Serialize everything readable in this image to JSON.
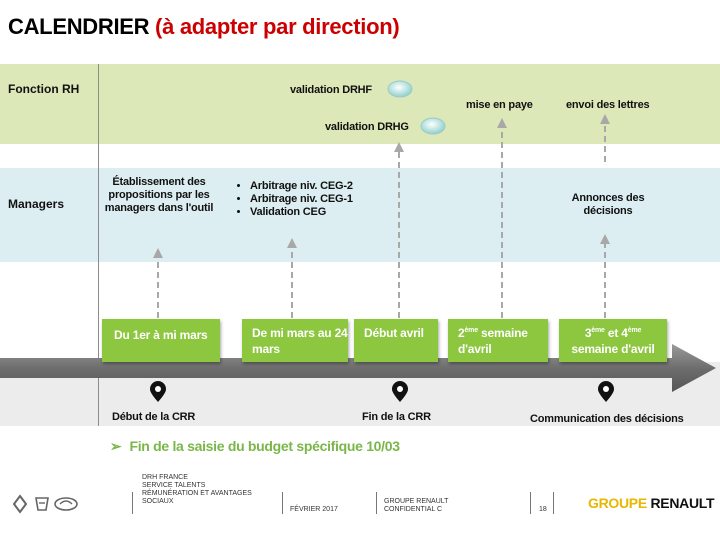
{
  "header": {
    "title_main": "CALENDRIER",
    "title_accent": "(à adapter par direction)"
  },
  "rows": {
    "rh_label": "Fonction RH",
    "managers_label": "Managers"
  },
  "rh_items": {
    "validation_drhf": "validation DRHF",
    "validation_drhg": "validation DRHG",
    "mise_en_paye": "mise en paye",
    "envoi_lettres": "envoi des lettres"
  },
  "manager_items": {
    "etablissement": "Établissement des propositions par les managers dans l'outil",
    "arbitrage": [
      "Arbitrage niv. CEG-2",
      "Arbitrage niv. CEG-1",
      "Validation CEG"
    ],
    "annonces": "Annonces des décisions"
  },
  "timeline_boxes": {
    "box1": "Du 1er à mi mars",
    "box2": "De mi mars au 24 mars",
    "box3": "Début avril",
    "box4_sup": "ème",
    "box4_num": "2",
    "box4_rest": "semaine",
    "box4_line2": "d'avril",
    "box5_num1": "3",
    "box5_sup1": "ème",
    "box5_mid": "et 4",
    "box5_sup2": "ème",
    "box5_line2": "semaine d'avril"
  },
  "milestones": {
    "debut_crr": "Début de la CRR",
    "fin_crr": "Fin de la CRR",
    "communication": "Communication des décisions"
  },
  "note": "Fin de la saisie du budget spécifique 10/03",
  "footer": {
    "org_lines": [
      "DRH FRANCE",
      "SERVICE TALENTS",
      "RÉMUNÉRATION ET AVANTAGES",
      "SOCIAUX"
    ],
    "date": "FÉVRIER 2017",
    "company_lines": [
      "GROUPE RENAULT",
      "CONFIDENTIAL C"
    ],
    "page": "18",
    "brand_a": "GROUPE",
    "brand_b": "RENAULT"
  },
  "colors": {
    "accent_red": "#cc0000",
    "box_green": "#8dc63f",
    "note_green": "#7ab648",
    "rh_band": "#dde8b8",
    "managers_band": "#ddeef3"
  }
}
